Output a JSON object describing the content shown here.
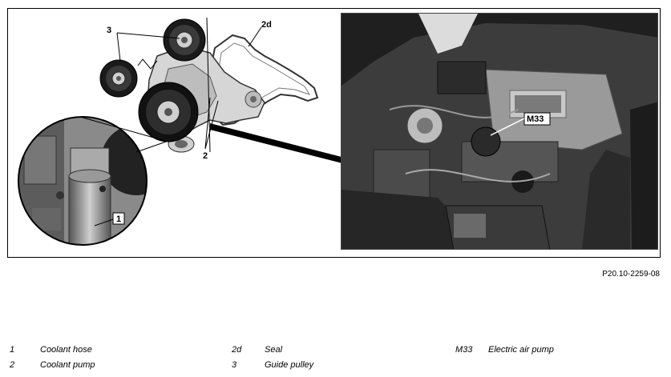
{
  "figure_ref": "P20.10-2259-08",
  "callouts": {
    "c3": "3",
    "c2d": "2d",
    "c2": "2",
    "c1": "1",
    "m33": "M33"
  },
  "legend": {
    "col1": [
      {
        "num": "1",
        "text": "Coolant hose"
      },
      {
        "num": "2",
        "text": "Coolant pump"
      }
    ],
    "col2": [
      {
        "num": "2d",
        "text": "Seal"
      },
      {
        "num": "3",
        "text": "Guide pulley"
      }
    ],
    "col3": [
      {
        "num": "M33",
        "text": "Electric air pump"
      }
    ]
  }
}
